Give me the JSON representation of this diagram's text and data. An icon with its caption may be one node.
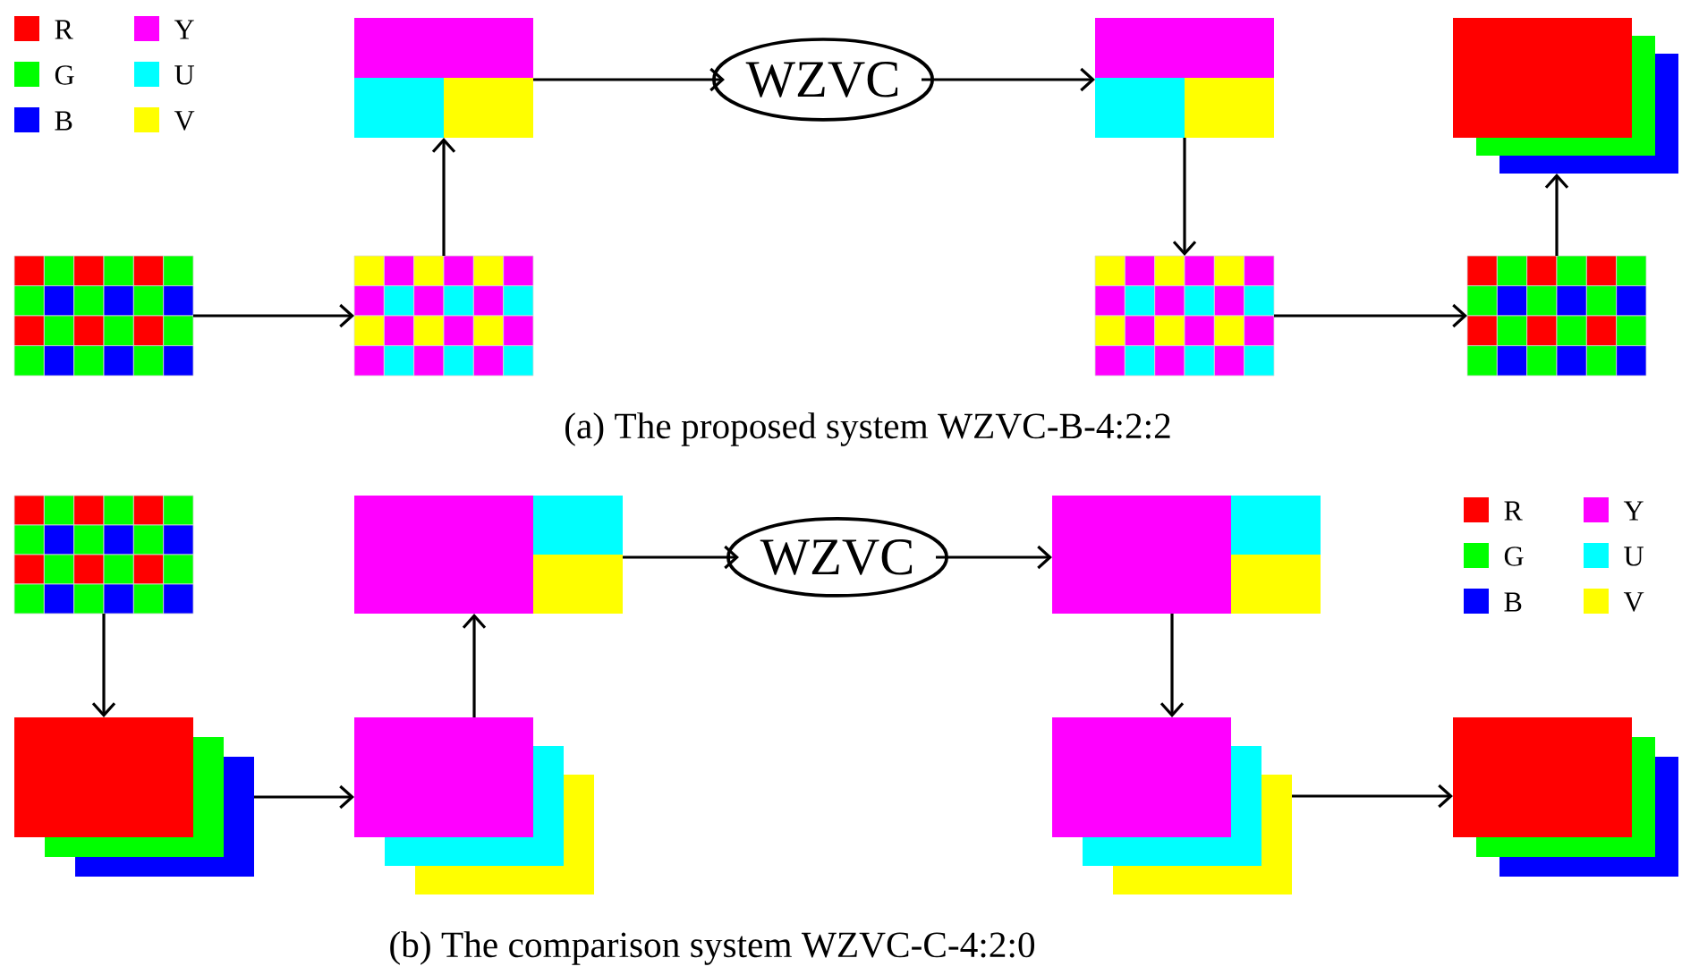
{
  "diagram": {
    "nodes": [
      {
        "text": [],
        "shape": "picture"
      },
      {
        "text": [],
        "shape": "picture"
      },
      {
        "text": [],
        "shape": "box"
      },
      {
        "text": [
          "WZVC"
        ]
      },
      {
        "text": [],
        "shape": "box"
      },
      {
        "text": [],
        "shape": "picture"
      },
      {
        "text": [],
        "shape": "picture"
      },
      {
        "text": [],
        "shape": "box"
      },
      {
        "text": [],
        "shape": "picture"
      },
      {
        "text": [],
        "shape": "box"
      },
      {
        "text": [],
        "shape": "box"
      },
      {
        "text": [],
        "shape": "box"
      },
      {
        "text": [
          "WZVC"
        ]
      },
      {
        "text": [],
        "shape": "box"
      },
      {
        "text": [],
        "shape": "box"
      },
      {
        "text": [],
        "shape": "box"
      }
    ],
    "edges": [
      {
        "from": 0,
        "to": 1,
        "arrow": "to"
      },
      {
        "from": 1,
        "to": 2,
        "arrow": "to"
      },
      {
        "from": 2,
        "to": 3,
        "arrow": "to"
      },
      {
        "from": 3,
        "to": 4,
        "arrow": "to"
      },
      {
        "from": 4,
        "to": 5,
        "arrow": "to"
      },
      {
        "from": 5,
        "to": 6,
        "arrow": "to"
      },
      {
        "from": 6,
        "to": 7,
        "arrow": "to"
      },
      {
        "from": 8,
        "to": 9,
        "arrow": "to"
      },
      {
        "from": 9,
        "to": 10,
        "arrow": "to"
      },
      {
        "from": 10,
        "to": 11,
        "arrow": "to"
      },
      {
        "from": 11,
        "to": 12,
        "arrow": "to"
      },
      {
        "from": 12,
        "to": 13,
        "arrow": "to"
      },
      {
        "from": 13,
        "to": 14,
        "arrow": "to"
      },
      {
        "from": 14,
        "to": 15,
        "arrow": "to"
      }
    ],
    "labels": [
      "(a) The proposed system WZVC-B-4:2:2",
      "(b) The comparison system WZVC-C-4:2:0"
    ],
    "legend": [
      {
        "text": "R",
        "color": "#ff0000"
      },
      {
        "text": "G",
        "color": "#00ff00"
      },
      {
        "text": "B",
        "color": "#0000ff"
      },
      {
        "text": "Y",
        "color": "#ff00ff"
      },
      {
        "text": "U",
        "color": "#00ffff"
      },
      {
        "text": "V",
        "color": "#ffff00"
      },
      {
        "text": "R",
        "color": "#ff0000"
      },
      {
        "text": "G",
        "color": "#00ff00"
      },
      {
        "text": "B",
        "color": "#0000ff"
      },
      {
        "text": "Y",
        "color": "#ff00ff"
      },
      {
        "text": "U",
        "color": "#00ffff"
      },
      {
        "text": "V",
        "color": "#ffff00"
      }
    ]
  }
}
